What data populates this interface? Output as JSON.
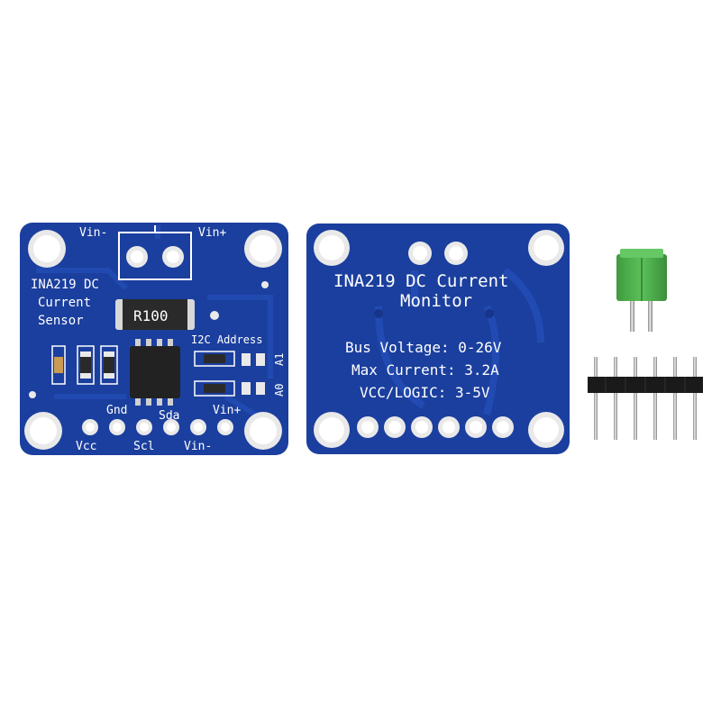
{
  "colors": {
    "pcb": "#1b3f9e",
    "pcb_dark": "#16348a",
    "trace": "#2450b8",
    "pad": "#e9e9e9",
    "silk": "#ffffff",
    "terminal_green": "#4cae4a",
    "header_black": "#1a1a1a",
    "pin_silver": "#c9c9c9",
    "ic_black": "#222222",
    "resistor_body": "#2a2a2a"
  },
  "front_board": {
    "label_vin_minus_top": "Vin-",
    "label_vin_plus_top": "Vin+",
    "title_line1": "INA219 DC",
    "title_line2": "Current",
    "title_line3": "Sensor",
    "shunt_marking": "R100",
    "address_title": "I2C Address",
    "label_a1": "A1",
    "label_a0": "A0",
    "label_gnd": "Gnd",
    "label_sda": "Sda",
    "label_vin_plus_bottom": "Vin+",
    "label_vcc": "Vcc",
    "label_scl": "Scl",
    "label_vin_minus_bottom": "Vin-"
  },
  "back_board": {
    "title_line1": "INA219 DC Current",
    "title_line2": "Monitor",
    "spec_bus_voltage": "Bus Voltage: 0-26V",
    "spec_max_current": "Max Current: 3.2A",
    "spec_vcc_logic": "VCC/LOGIC: 3-5V"
  },
  "accessories": {
    "terminal_block_icon": "screw-terminal-icon",
    "pin_header_icon": "pin-header-icon"
  }
}
